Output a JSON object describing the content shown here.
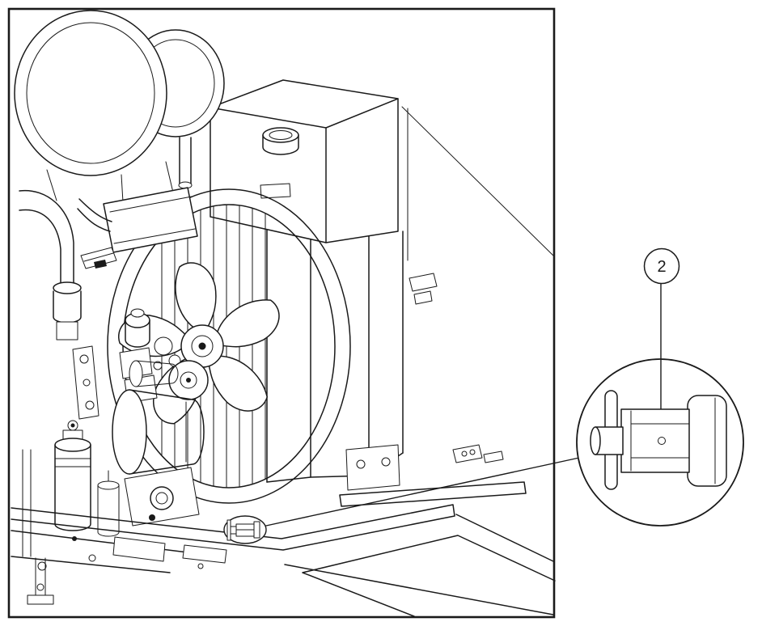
{
  "figure": {
    "type": "parts-diagram",
    "callouts": [
      {
        "label": "2",
        "target": "drain-valve"
      }
    ],
    "colors": {
      "line": "#1a1a1a",
      "background": "#ffffff"
    }
  }
}
